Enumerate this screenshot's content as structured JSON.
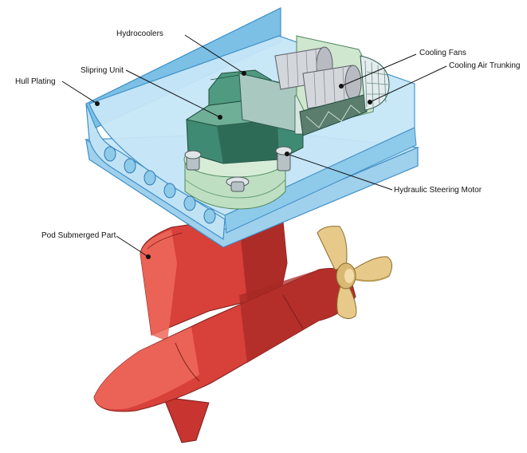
{
  "labels": {
    "hydrocoolers": "Hydrocoolers",
    "slipring_unit": "Slipring Unit",
    "hull_plating": "Hull Plating",
    "cooling_fans": "Cooling Fans",
    "cooling_air_trunking": "Cooling Air Trunking",
    "hydraulic_steering_motor": "Hydraulic Steering Motor",
    "pod_submerged_part": "Pod Submerged Part"
  },
  "colors": {
    "hull_fill": "#bfe3f5",
    "hull_edge": "#3f8fc8",
    "hull_top": "#7cc0e6",
    "unit_green": "#3f8a72",
    "unit_green_light": "#6fae97",
    "unit_green_dark": "#2e6b57",
    "ring_green": "#cfe6cf",
    "fan_grey": "#c9cdd2",
    "pod_red": "#d8403a",
    "pod_red_dark": "#a82a26",
    "pod_red_light": "#ee6a5c",
    "propeller": "#e7c98a",
    "propeller_dark": "#b99a55"
  }
}
